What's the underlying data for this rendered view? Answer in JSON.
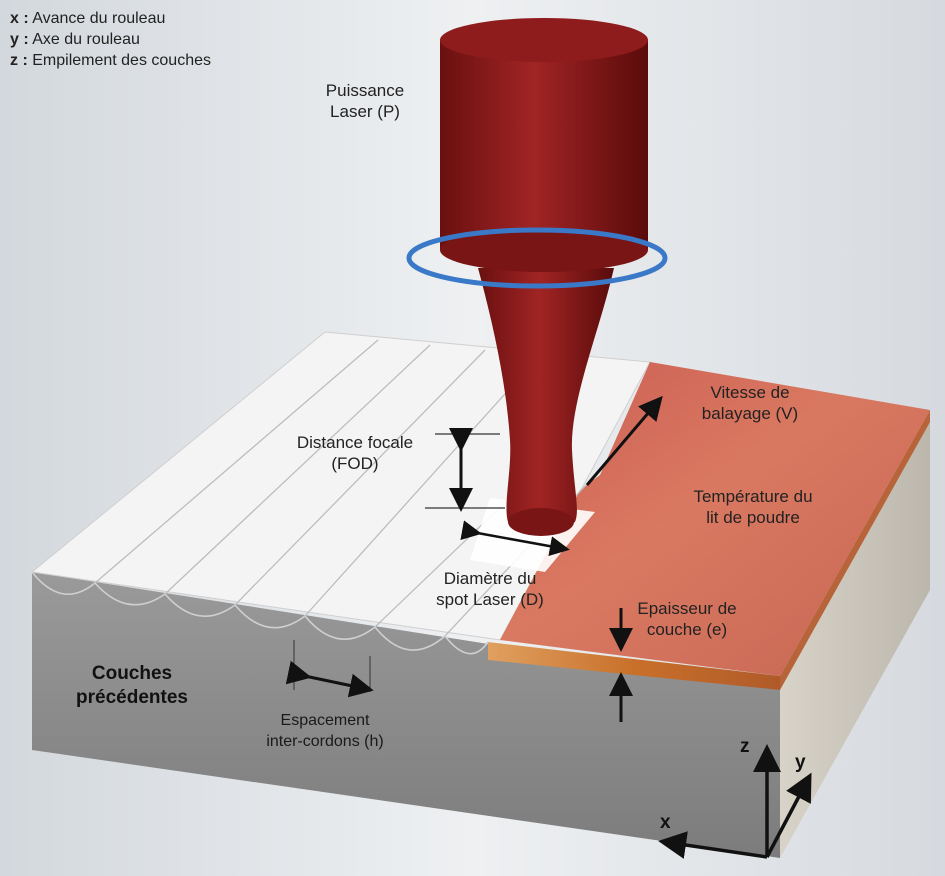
{
  "legend": [
    {
      "key": "x :",
      "text": "Avance du rouleau"
    },
    {
      "key": "y :",
      "text": "Axe du rouleau"
    },
    {
      "key": "z :",
      "text": "Empilement des couches"
    }
  ],
  "labels": {
    "laser_power": [
      "Puissance",
      "Laser (P)"
    ],
    "focal_distance": [
      "Distance focale",
      "(FOD)"
    ],
    "spot_diameter": [
      "Diamètre du",
      "spot Laser (D)"
    ],
    "scan_speed": [
      "Vitesse de",
      "balayage (V)"
    ],
    "bed_temperature": [
      "Température du",
      "lit de poudre"
    ],
    "layer_thickness": [
      "Epaisseur de",
      "couche (e)"
    ],
    "previous_layers": [
      "Couches",
      "précédentes"
    ],
    "hatch_spacing": [
      "Espacement",
      "inter-cordons (h)"
    ]
  },
  "axes": {
    "x": "x",
    "y": "y",
    "z": "z"
  },
  "colors": {
    "laser": "#8b1a1a",
    "laser_dark": "#5e0c0c",
    "ring": "#3a78c8",
    "heated_zone": "#d9735a",
    "powder_surface": "#f2f2f2",
    "block_side": "#8a8a8a",
    "background": "#e4e7ea"
  }
}
